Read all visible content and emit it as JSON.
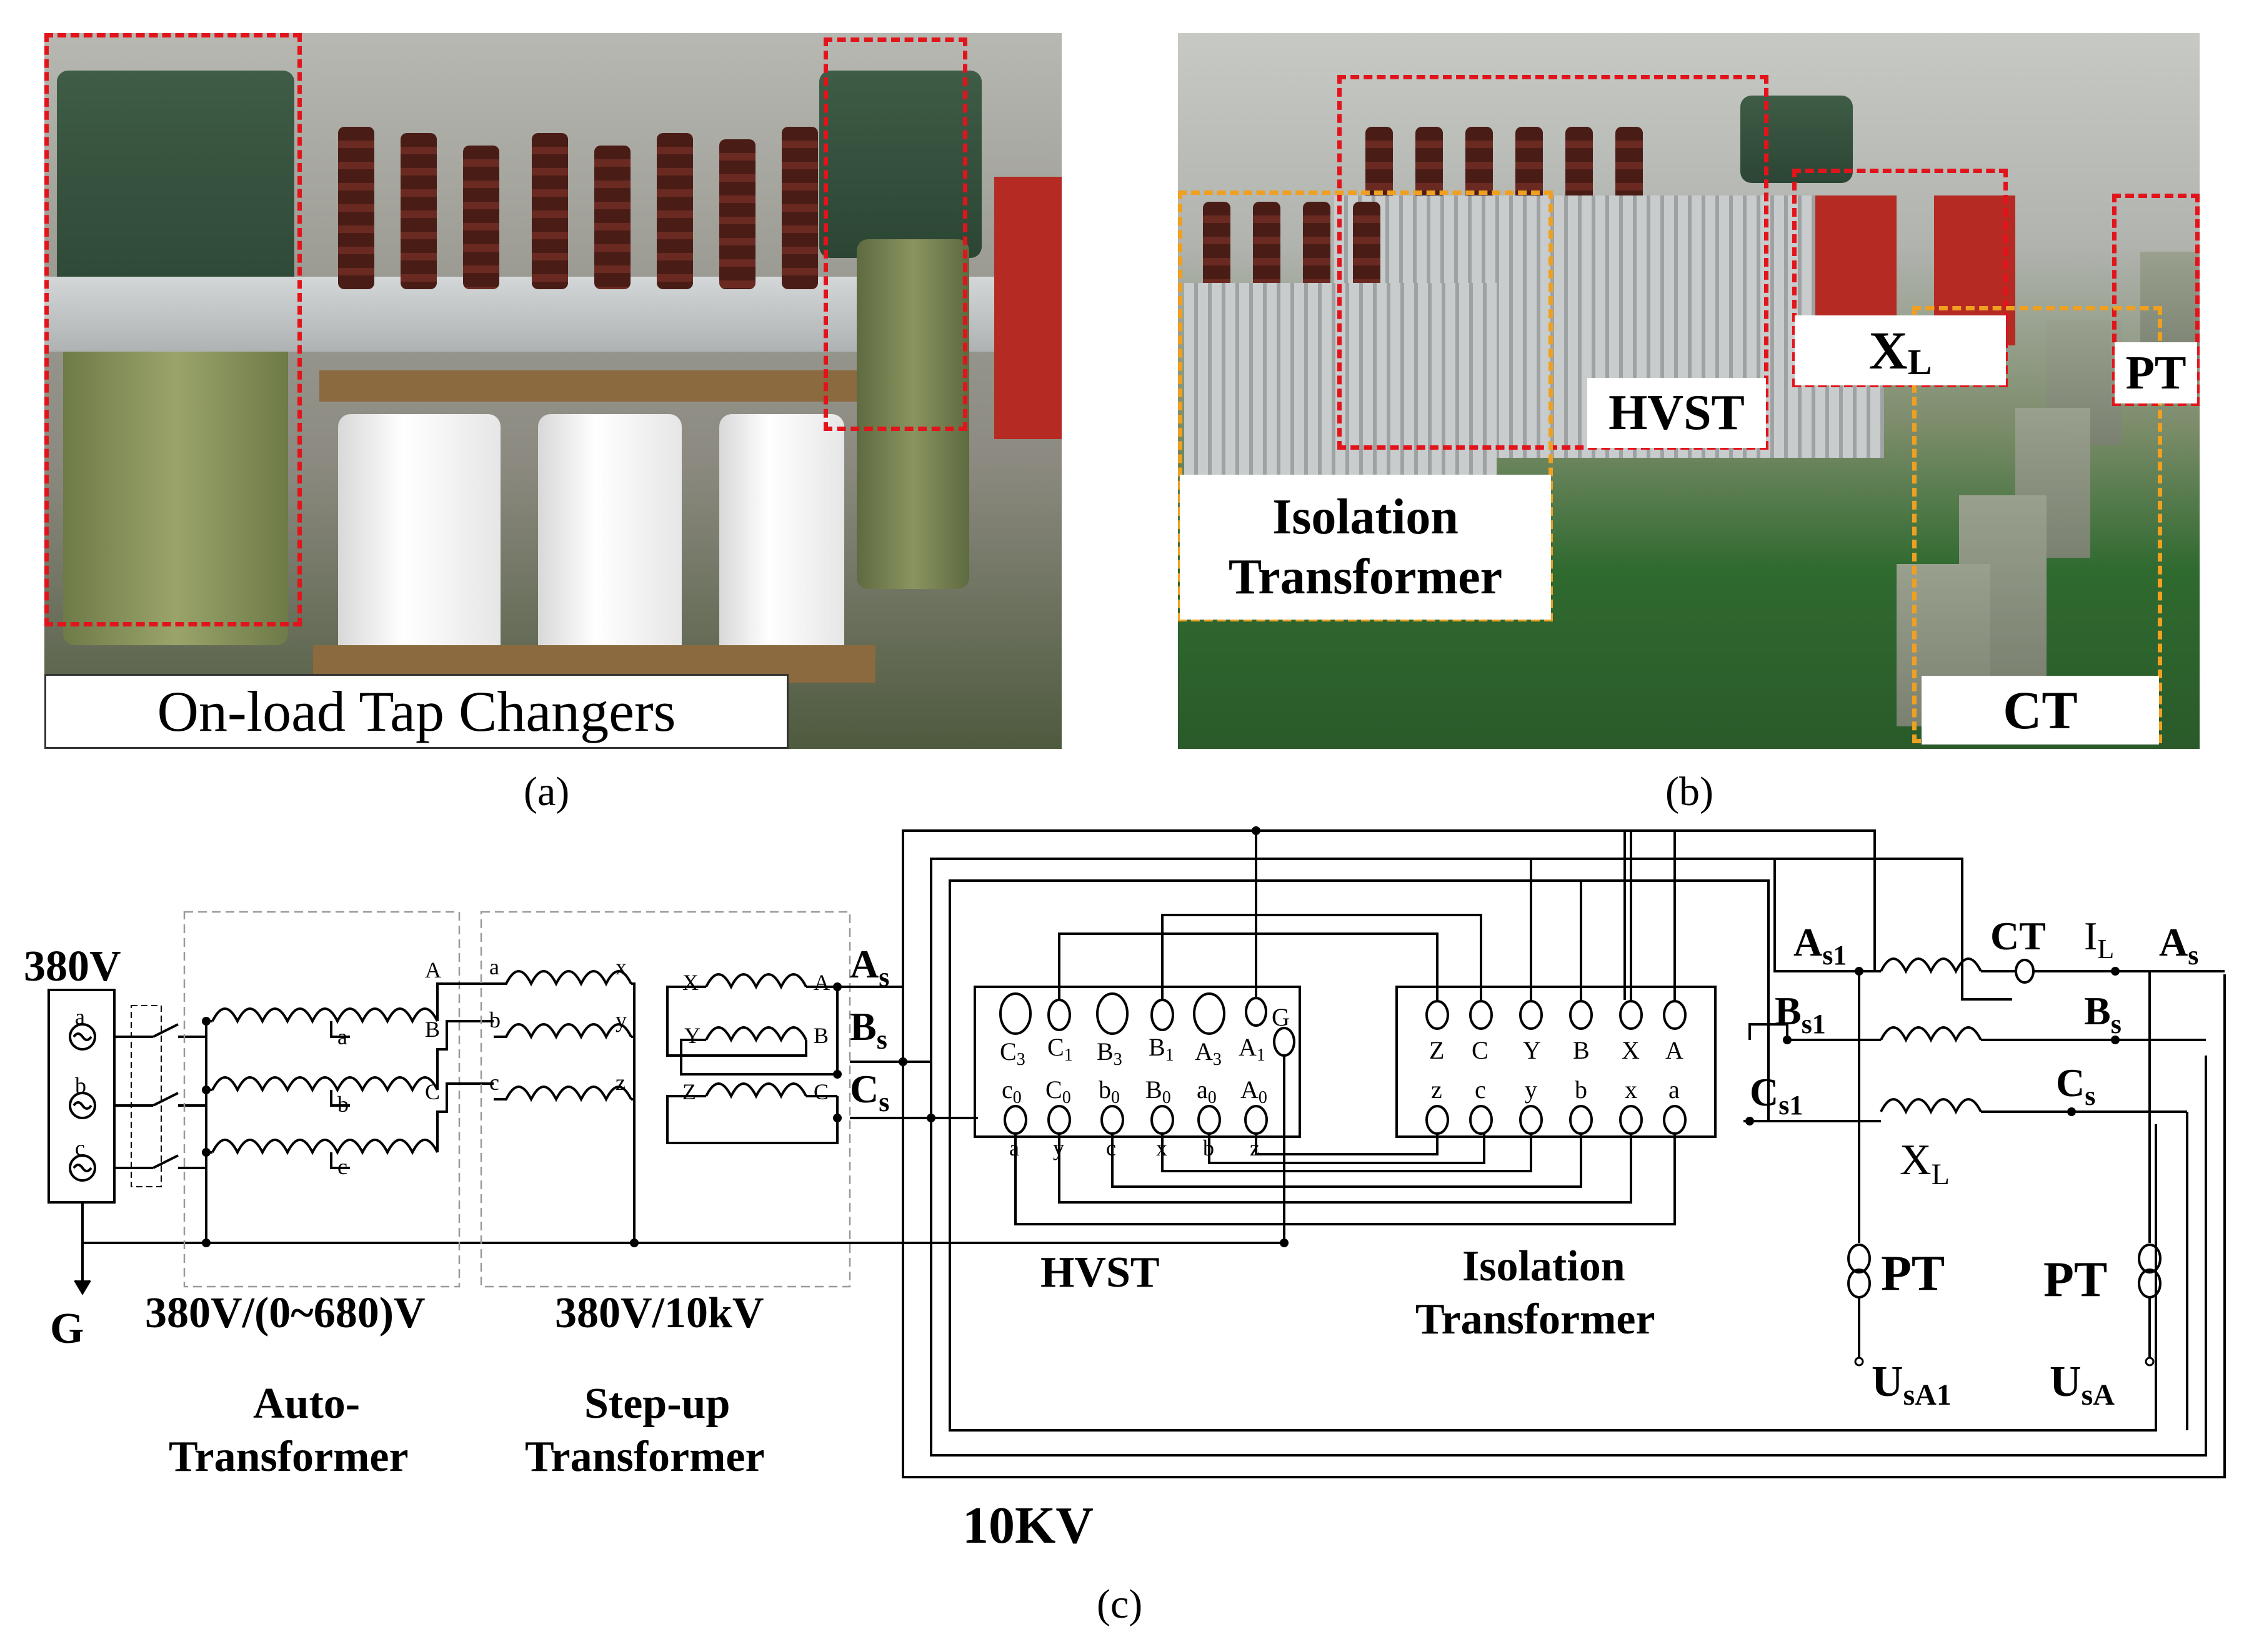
{
  "panels": {
    "a": {
      "caption": "(a)",
      "label": "On-load Tap Changers"
    },
    "b": {
      "caption": "(b)",
      "labels": {
        "hvst": "HVST",
        "isolation_line1": "Isolation",
        "isolation_line2": "Transformer",
        "xl_main": "X",
        "xl_sub": "L",
        "pt": "PT",
        "ct": "CT"
      }
    },
    "c": {
      "caption": "(c)",
      "source": {
        "voltage": "380V",
        "phases": [
          "a",
          "b",
          "c"
        ],
        "ground": "G"
      },
      "auto_transformer": {
        "rating": "380V/(0~680)V",
        "name_line1": "Auto-",
        "name_line2": "Transformer",
        "tap_labels": [
          "a",
          "b",
          "c"
        ],
        "output_labels": [
          "A",
          "B",
          "C"
        ]
      },
      "step_up_transformer": {
        "rating": "380V/10kV",
        "name_line1": "Step-up",
        "name_line2": "Transformer",
        "primary_left": [
          "a",
          "b",
          "c"
        ],
        "primary_right": [
          "x",
          "y",
          "z"
        ],
        "secondary_left": [
          "X",
          "Y",
          "Z"
        ],
        "secondary_right": [
          "A",
          "B",
          "C"
        ]
      },
      "bus_labels": [
        {
          "main": "A",
          "sub": "s"
        },
        {
          "main": "B",
          "sub": "s"
        },
        {
          "main": "C",
          "sub": "s"
        }
      ],
      "hvst": {
        "name": "HVST",
        "top_terminals": [
          {
            "main": "C",
            "sub": "3"
          },
          {
            "main": "C",
            "sub": "1"
          },
          {
            "main": "B",
            "sub": "3"
          },
          {
            "main": "B",
            "sub": "1"
          },
          {
            "main": "A",
            "sub": "3"
          },
          {
            "main": "A",
            "sub": "1"
          }
        ],
        "ground_terminal": "G",
        "bottom_terminals": [
          {
            "main": "c",
            "sub": "0"
          },
          {
            "main": "C",
            "sub": "0"
          },
          {
            "main": "b",
            "sub": "0"
          },
          {
            "main": "B",
            "sub": "0"
          },
          {
            "main": "a",
            "sub": "0"
          },
          {
            "main": "A",
            "sub": "0"
          }
        ],
        "outputs": [
          "a",
          "y",
          "c",
          "x",
          "b",
          "z"
        ]
      },
      "isolation_transformer": {
        "name_line1": "Isolation",
        "name_line2": "Transformer",
        "top_terminals": [
          "Z",
          "C",
          "Y",
          "B",
          "X",
          "A"
        ],
        "bottom_terminals": [
          "z",
          "c",
          "y",
          "b",
          "x",
          "a"
        ]
      },
      "load_side": {
        "left_labels": [
          {
            "main": "A",
            "sub": "s1"
          },
          {
            "main": "B",
            "sub": "s1"
          },
          {
            "main": "C",
            "sub": "s1"
          }
        ],
        "right_labels": [
          {
            "main": "A",
            "sub": "s"
          },
          {
            "main": "B",
            "sub": "s"
          },
          {
            "main": "C",
            "sub": "s"
          }
        ],
        "ct": "CT",
        "current": {
          "main": "I",
          "sub": "L"
        },
        "reactor": {
          "main": "X",
          "sub": "L"
        },
        "pt_left": "PT",
        "pt_right": "PT",
        "voltage_left": {
          "main": "U",
          "sub": "sA1"
        },
        "voltage_right": {
          "main": "U",
          "sub": "sA"
        }
      },
      "system_voltage": "10KV"
    }
  }
}
